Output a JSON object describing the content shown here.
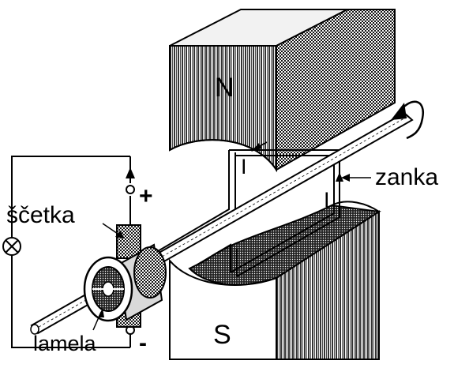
{
  "labels": {
    "north_pole": "N",
    "south_pole": "S",
    "brush": "ščetka",
    "loop": "zanka",
    "segment": "lamela",
    "plus": "+",
    "minus": "-",
    "current_top": "I",
    "current_right": "I"
  },
  "colors": {
    "ink": "#000000",
    "paper": "#ffffff"
  }
}
